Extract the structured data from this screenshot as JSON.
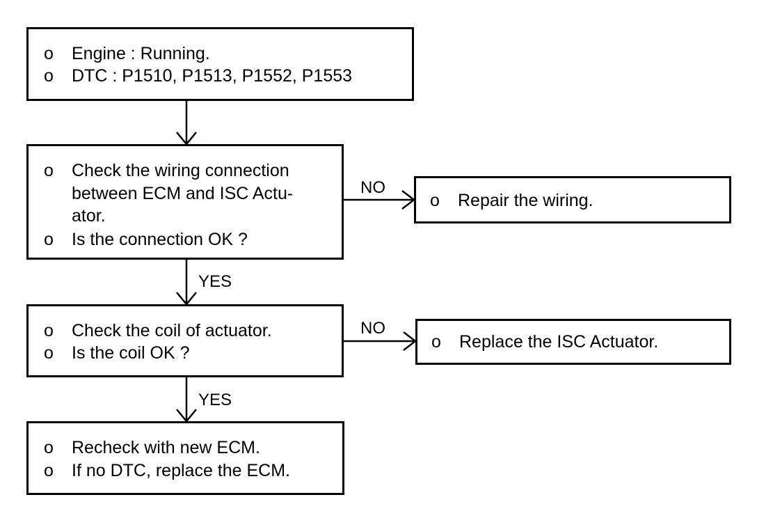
{
  "flowchart": {
    "bullet": "o",
    "start_box": {
      "lines": [
        "Engine : Running.",
        "DTC : P1510, P1513, P1552, P1553"
      ]
    },
    "check_wiring_box": {
      "lines": [
        "Check the wiring connection",
        "between ECM and ISC Actu-",
        "ator.",
        "Is the connection OK ?"
      ]
    },
    "repair_box": {
      "lines": [
        "Repair the wiring."
      ]
    },
    "check_coil_box": {
      "lines": [
        "Check the coil of actuator.",
        "Is the coil OK ?"
      ]
    },
    "replace_box": {
      "lines": [
        "Replace the ISC Actuator."
      ]
    },
    "recheck_box": {
      "lines": [
        "Recheck with new ECM.",
        "If no DTC, replace the ECM."
      ]
    },
    "labels": {
      "no_1": "NO",
      "yes_1": "YES",
      "no_2": "NO",
      "yes_2": "YES"
    }
  }
}
